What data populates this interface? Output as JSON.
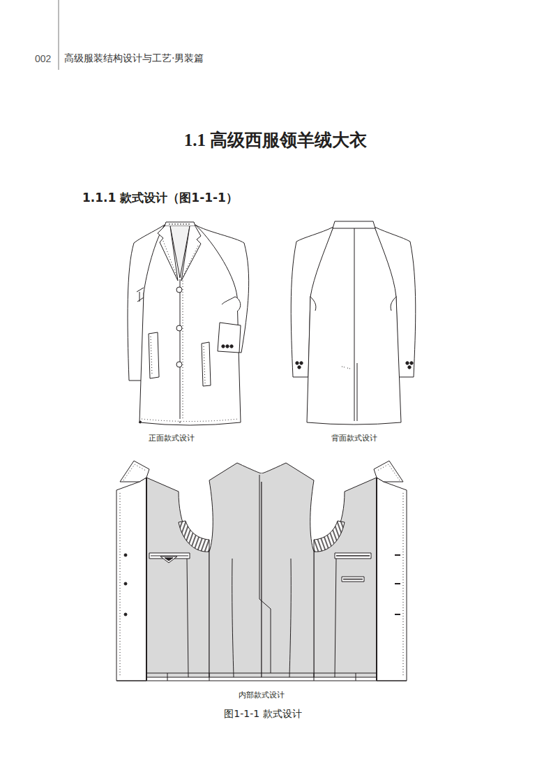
{
  "diagram": {
    "title": "1.1 高级西服领羊绒大衣",
    "caption": "图1-1-1 款式设计",
    "labels": [
      "002",
      "高级服装结构设计与工艺·男装篇",
      "1.1.1 款式设计（图1-1-1）",
      "正面款式设计",
      "背面款式设计",
      "内部款式设计"
    ]
  }
}
